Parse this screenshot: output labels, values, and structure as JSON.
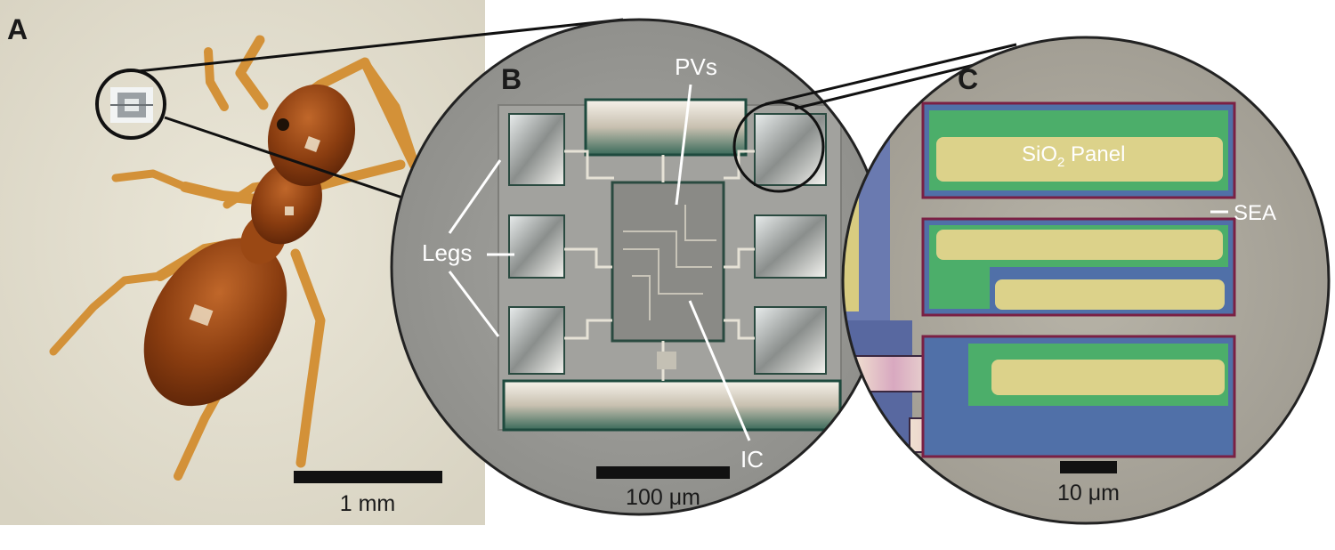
{
  "panels": {
    "a": {
      "letter": "A",
      "scale_label": "1 mm"
    },
    "b": {
      "letter": "B",
      "scale_label": "100 μm",
      "labels": {
        "pvs": "PVs",
        "legs": "Legs",
        "ic": "IC"
      }
    },
    "c": {
      "letter": "C",
      "scale_label": "10 μm",
      "labels": {
        "panel_prefix": "SiO",
        "panel_subscript": "2",
        "panel_suffix": " Panel",
        "sea": "SEA"
      }
    }
  },
  "colors": {
    "background_a": "#e6e2d2",
    "ant_body": "#8a3d10",
    "ant_leg": "#d8953a",
    "disc_gray": "#9c9c98",
    "panel_gold": "#dcd28a",
    "panel_green": "#4cae6a",
    "panel_blue": "#5070a8",
    "panel_border": "#7a2044"
  }
}
